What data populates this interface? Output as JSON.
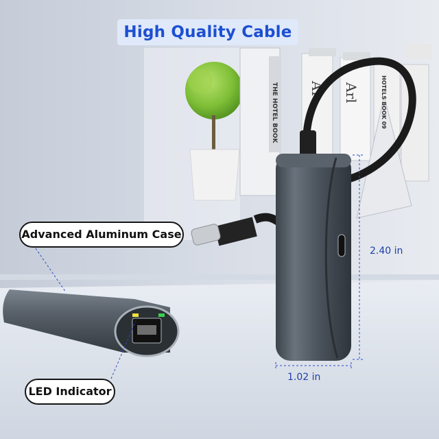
{
  "title": "High Quality Cable",
  "callouts": {
    "case": "Advanced Aluminum Case",
    "led": "LED Indicator"
  },
  "dimensions": {
    "height": "2.40 in",
    "width": "1.02 in"
  },
  "books": {
    "spine_1": "THE HOTEL BOOK",
    "spine_2": "HOTELS BOOK 09",
    "spine_3": "Arl",
    "spine_4": "AI"
  },
  "colors": {
    "title_text": "#1d4fd1",
    "title_bg": "#dfe9f9",
    "dimension_line": "#2a49c9",
    "led_yellow": "#f2e23a",
    "led_green": "#39d24d",
    "aluminum": "#4c545d"
  }
}
